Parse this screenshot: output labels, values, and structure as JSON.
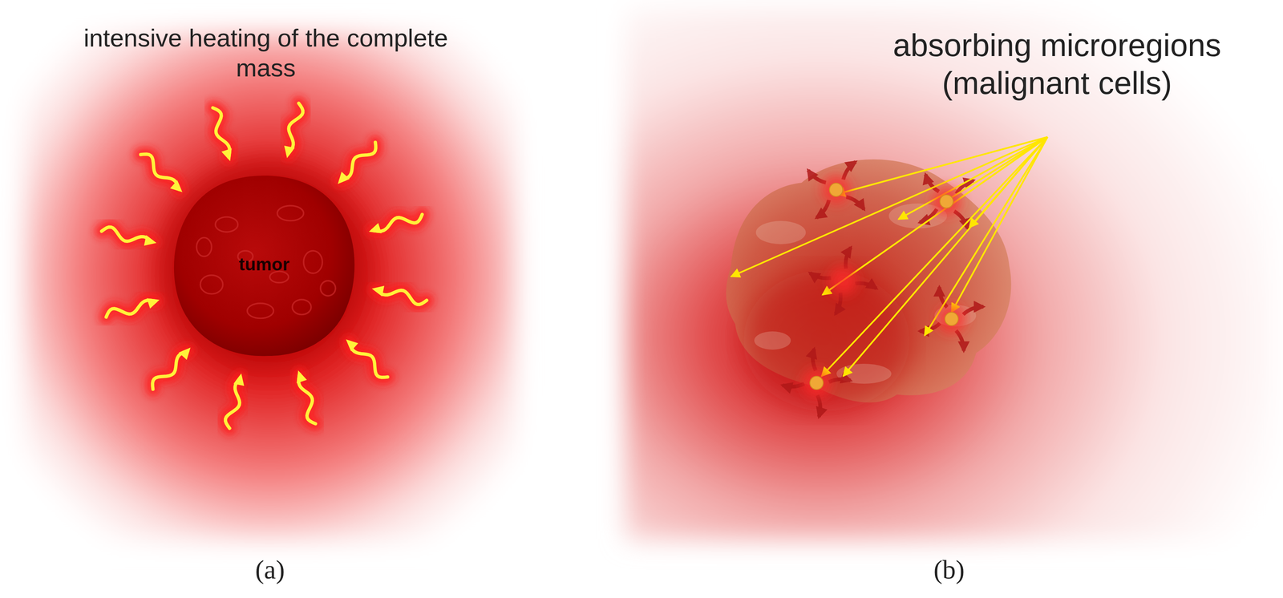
{
  "diagram": {
    "nodes": [
      {
        "text": [
          "tumor"
        ]
      }
    ],
    "labels": [
      "intensive heating of the complete mass",
      "(a)",
      "absorbing microregions (malignant cells)",
      "(b)"
    ]
  }
}
